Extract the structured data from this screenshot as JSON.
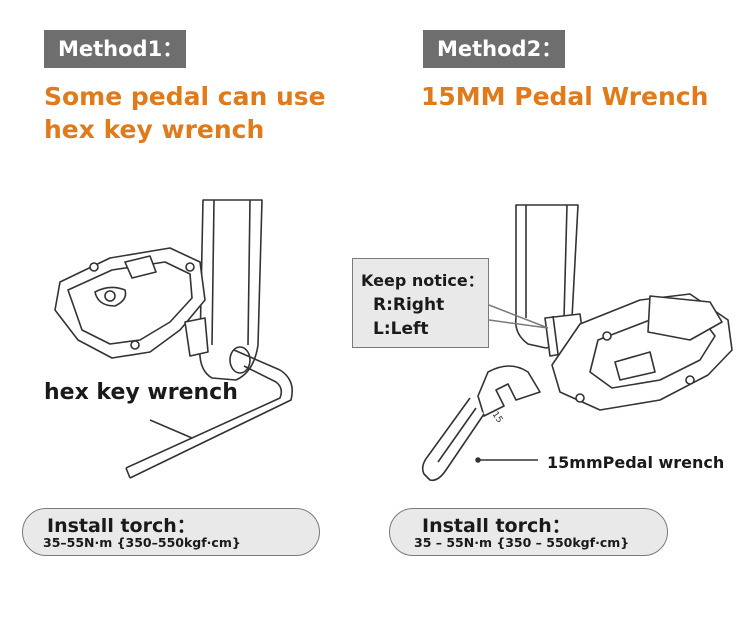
{
  "method1": {
    "tag": "Method1：",
    "headline_line1": "Some pedal can use",
    "headline_line2": "hex key wrench",
    "tool_label": "hex key wrench",
    "install": {
      "title": "Install torch：",
      "value": "35–55N·m {350–550kgf·cm}"
    }
  },
  "method2": {
    "tag": "Method2：",
    "headline": "15MM Pedal Wrench",
    "tool_label": "15mmPedal wrench",
    "wrench_stamp": "15",
    "notice": {
      "title": "Keep notice：",
      "right": "R:Right",
      "left": "L:Left"
    },
    "install": {
      "title": "Install torch：",
      "value": "35 – 55N·m {350 – 550kgf·cm}"
    }
  },
  "colors": {
    "accent": "#e07a1a",
    "tag_bg": "#6e6e6e",
    "box_bg": "#e9e9e9"
  }
}
